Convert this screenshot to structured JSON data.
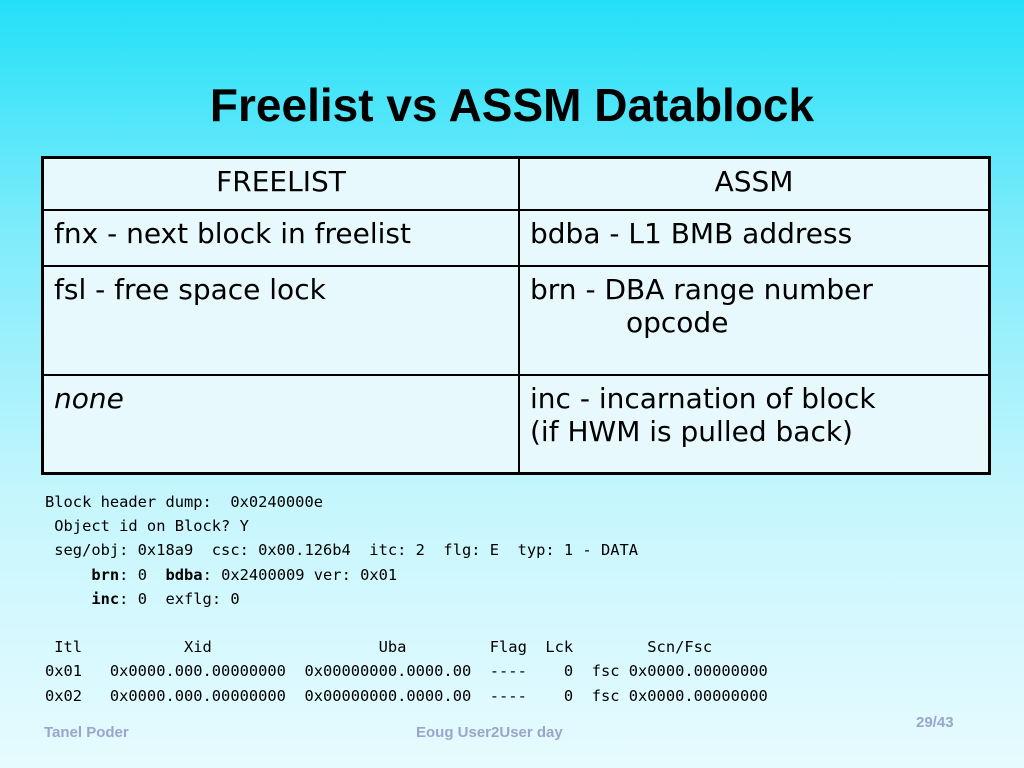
{
  "title": "Freelist vs ASSM Datablock",
  "table": {
    "headers": [
      "FREELIST",
      "ASSM"
    ],
    "rows": [
      {
        "freelist": "fnx - next block in freelist",
        "assm": "bdba - L1 BMB address"
      },
      {
        "freelist": "fsl - free space lock",
        "assm": "brn - DBA range number",
        "assm_extra": "opcode"
      },
      {
        "freelist": "none",
        "assm": "inc - incarnation of block",
        "assm_extra": "(if HWM is pulled back)"
      }
    ]
  },
  "dump": {
    "line1": "Block header dump:  0x0240000e",
    "line2": " Object id on Block? Y",
    "line3": " seg/obj: 0x18a9  csc: 0x00.126b4  itc: 2  flg: E  typ: 1 - DATA",
    "brn_label": "brn",
    "brn_value": ": 0  ",
    "bdba_label": "bdba",
    "bdba_value": ": 0x2400009 ver: 0x01",
    "inc_label": "inc",
    "inc_value": ": 0  exflg: 0",
    "itl_header": " Itl           Xid                  Uba         Flag  Lck        Scn/Fsc",
    "itl_row1": "0x01   0x0000.000.00000000  0x00000000.0000.00  ----    0  fsc 0x0000.00000000",
    "itl_row2": "0x02   0x0000.000.00000000  0x00000000.0000.00  ----    0  fsc 0x0000.00000000"
  },
  "footer": {
    "author": "Tanel Poder",
    "event": "Eoug User2User day",
    "page": "29/43"
  }
}
